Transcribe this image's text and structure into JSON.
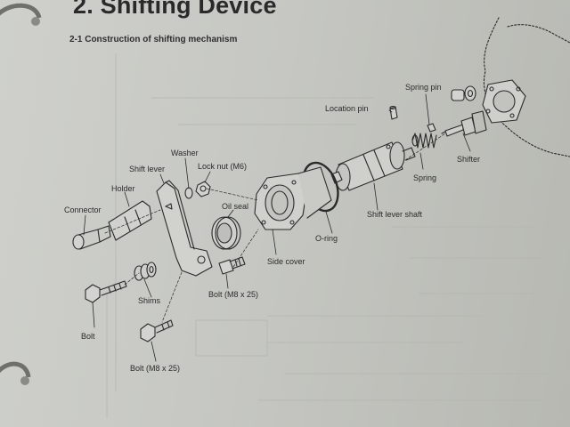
{
  "header": {
    "title": "2. Shifting Device",
    "subtitle": "2-1 Construction of shifting mechanism"
  },
  "parts": {
    "spring_pin": "Spring pin",
    "location_pin": "Location pin",
    "shifter": "Shifter",
    "washer": "Washer",
    "shift_lever": "Shift lever",
    "lock_nut": "Lock nut (M6)",
    "holder": "Holder",
    "oil_seal": "Oil seal",
    "spring": "Spring",
    "connector": "Connector",
    "shift_lever_shaft": "Shift lever shaft",
    "o_ring": "O-ring",
    "side_cover": "Side cover",
    "bolt_m8_top": "Bolt (M8 x 25)",
    "shims": "Shims",
    "bolt": "Bolt",
    "bolt_m8_bottom": "Bolt (M8 x 25)"
  },
  "colors": {
    "paper": "#c9cac5",
    "ink": "#2b2b2b"
  }
}
